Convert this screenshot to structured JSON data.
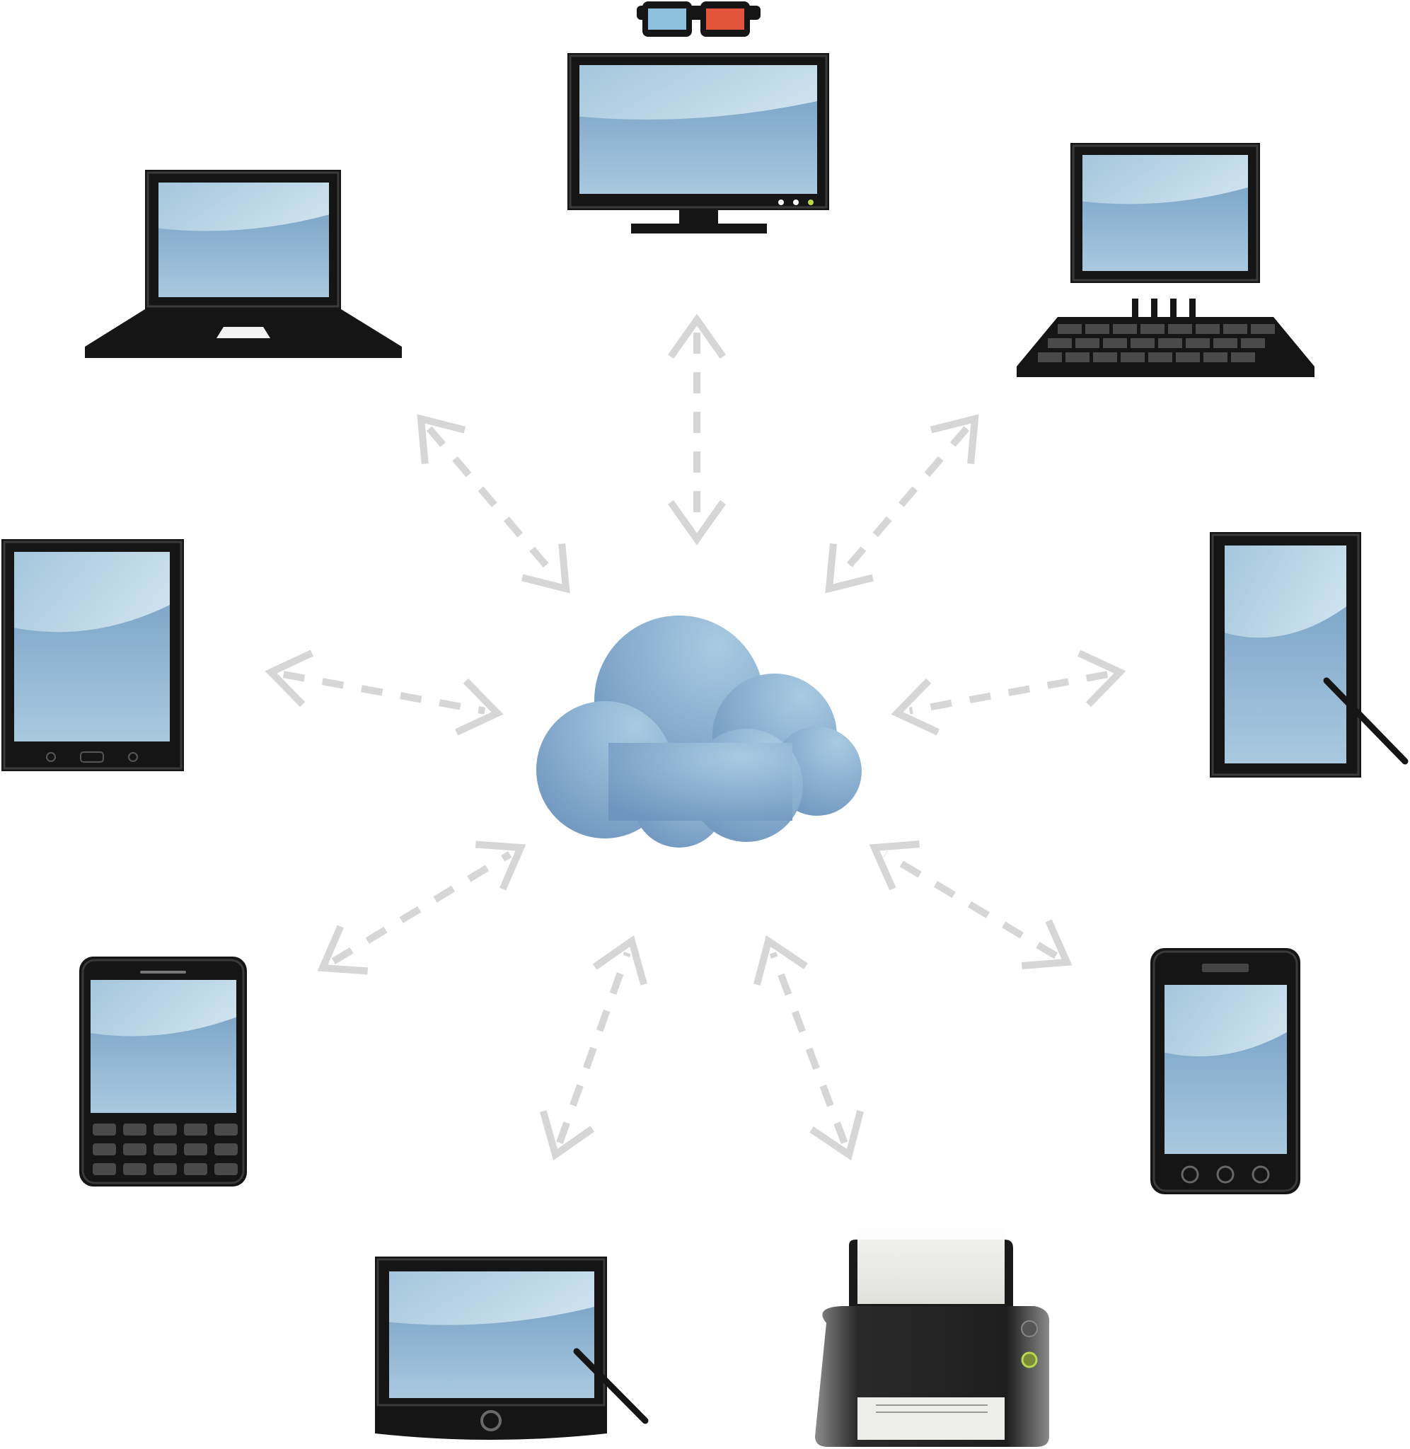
{
  "colors": {
    "background": "#ffffff",
    "device_body": "#151515",
    "device_frame": "#3a3a3a",
    "screen_top": "#dbeef6",
    "screen_bottom": "#86abcc",
    "arrow": "#d6d6d6",
    "cloud_light": "#a9cbe2",
    "cloud_dark": "#6f95bf",
    "glasses_left_lens": "#8cc0dd",
    "glasses_right_lens": "#e2553a",
    "led_green": "#b8d84a",
    "printer_body": "#1e1e1e",
    "paper": "#f7f7f4"
  },
  "cloud": {
    "icon": "cloud-icon"
  },
  "devices": [
    {
      "id": "tv-3d",
      "icon": "tv-3d-glasses-icon"
    },
    {
      "id": "desktop",
      "icon": "desktop-computer-icon"
    },
    {
      "id": "stylus-tablet-portrait",
      "icon": "stylus-tablet-icon"
    },
    {
      "id": "smartphone",
      "icon": "smartphone-icon"
    },
    {
      "id": "printer",
      "icon": "printer-icon"
    },
    {
      "id": "stylus-tablet-landscape",
      "icon": "pen-tablet-icon"
    },
    {
      "id": "keyboard-phone",
      "icon": "keyboard-phone-icon"
    },
    {
      "id": "tablet",
      "icon": "tablet-icon"
    },
    {
      "id": "laptop",
      "icon": "laptop-icon"
    }
  ],
  "connections": [
    {
      "from": "cloud",
      "to": "tv-3d",
      "type": "bidirectional-dotted"
    },
    {
      "from": "cloud",
      "to": "desktop",
      "type": "bidirectional-dotted"
    },
    {
      "from": "cloud",
      "to": "stylus-tablet-portrait",
      "type": "bidirectional-dotted"
    },
    {
      "from": "cloud",
      "to": "smartphone",
      "type": "bidirectional-dotted"
    },
    {
      "from": "cloud",
      "to": "printer",
      "type": "bidirectional-dotted"
    },
    {
      "from": "cloud",
      "to": "stylus-tablet-landscape",
      "type": "bidirectional-dotted"
    },
    {
      "from": "cloud",
      "to": "keyboard-phone",
      "type": "bidirectional-dotted"
    },
    {
      "from": "cloud",
      "to": "tablet",
      "type": "bidirectional-dotted"
    },
    {
      "from": "cloud",
      "to": "laptop",
      "type": "bidirectional-dotted"
    }
  ]
}
